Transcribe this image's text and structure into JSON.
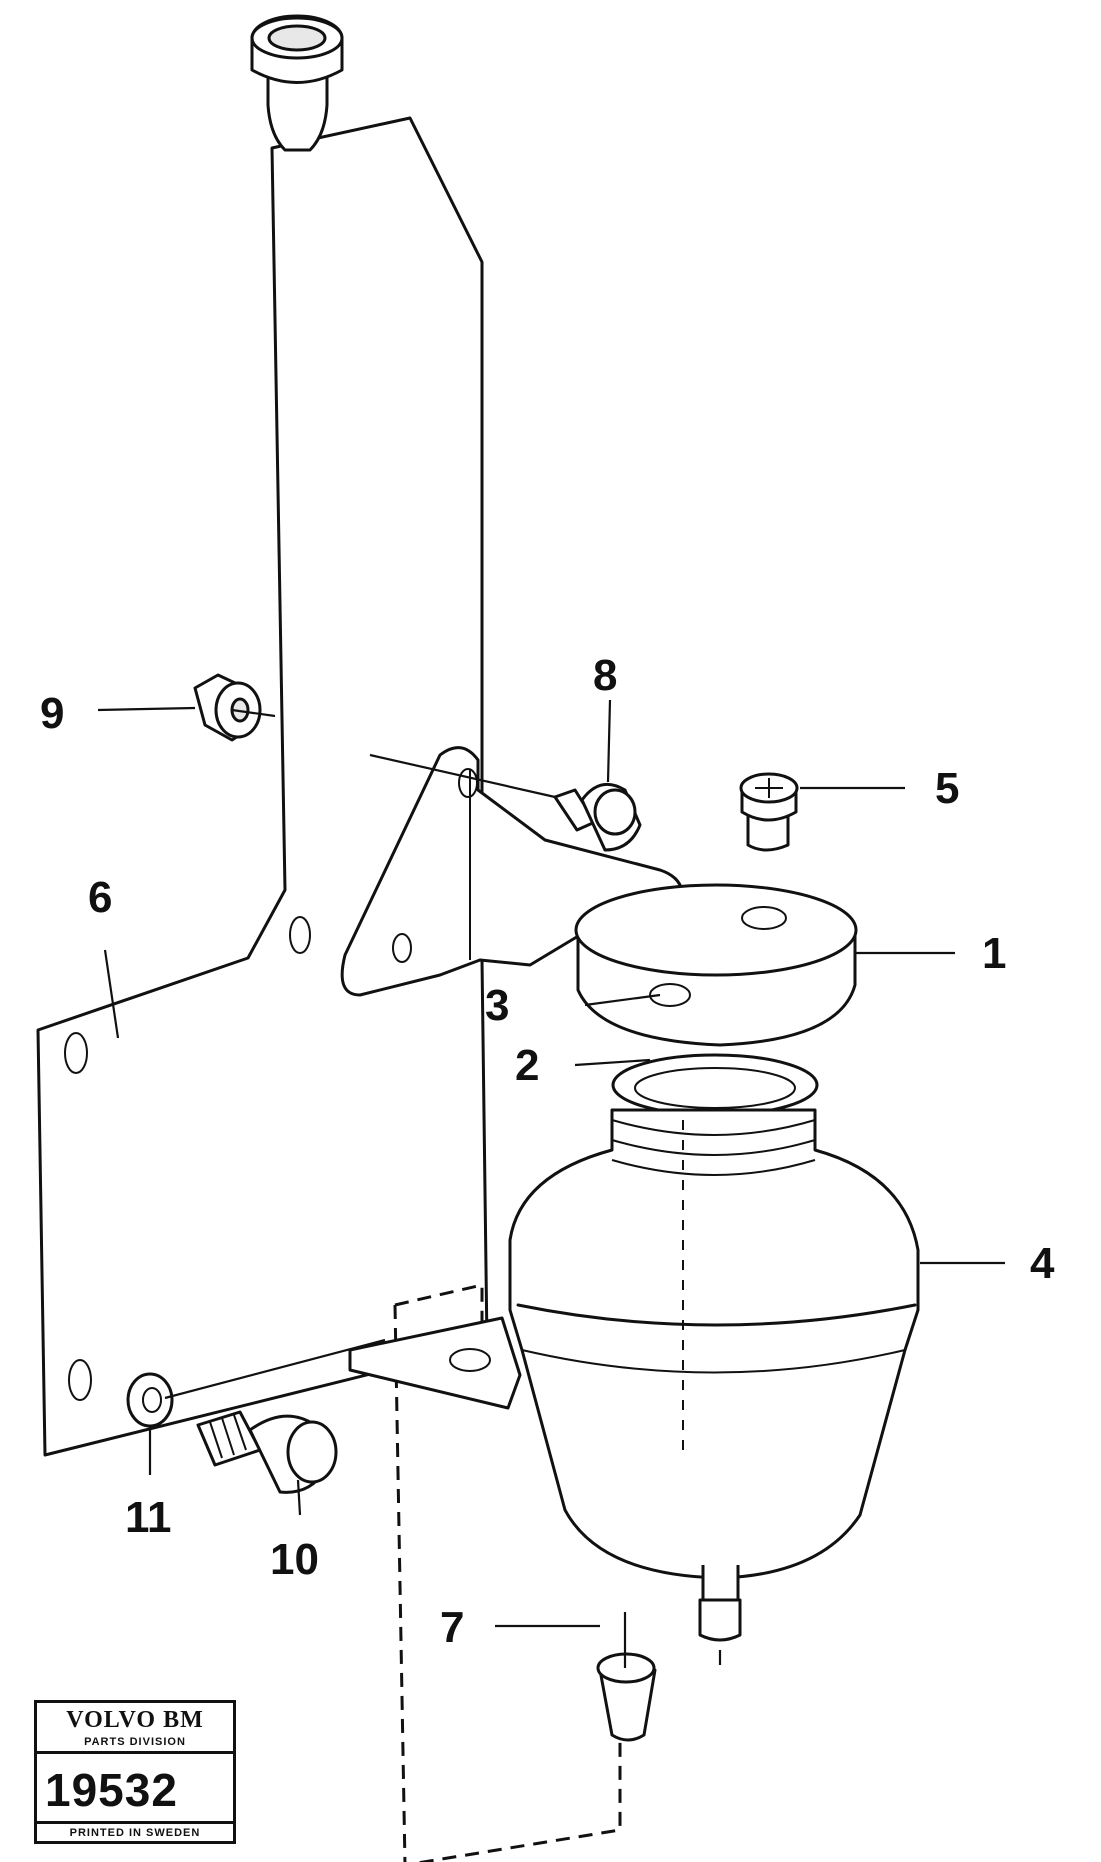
{
  "callouts": {
    "c1": "1",
    "c2": "2",
    "c3": "3",
    "c4": "4",
    "c5": "5",
    "c6": "6",
    "c7": "7",
    "c8": "8",
    "c9": "9",
    "c10": "10",
    "c11": "11"
  },
  "stamp": {
    "brand": "VOLVO BM",
    "division": "PARTS DIVISION",
    "number": "19532",
    "printed": "PRINTED IN SWEDEN"
  }
}
